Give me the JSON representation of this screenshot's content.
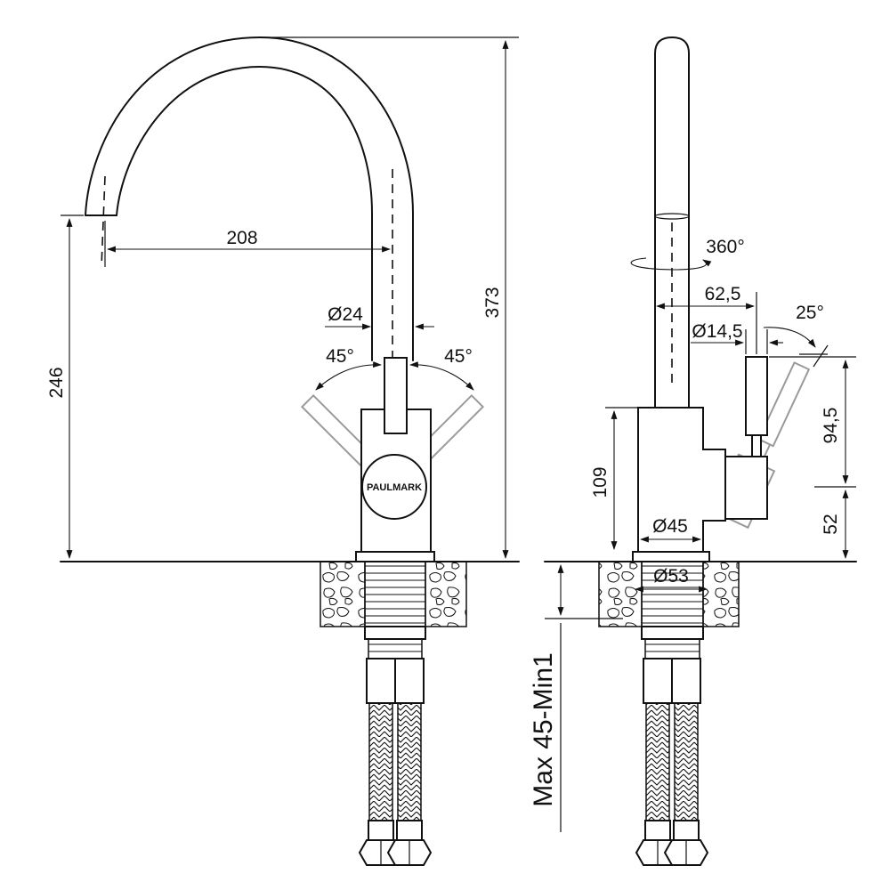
{
  "brand": "PAULMARK",
  "dimensions": {
    "spout_reach": "208",
    "total_height": "373",
    "spout_height": "246",
    "pipe_diameter": "Ø24",
    "angle_left": "45°",
    "angle_right": "45°",
    "rotation": "360°",
    "handle_offset": "62,5",
    "handle_diameter": "Ø14,5",
    "handle_tilt": "25°",
    "handle_length": "94,5",
    "body_height": "109",
    "body_diameter": "Ø45",
    "base_diameter": "Ø53",
    "handle_base_height": "52",
    "countertop_thickness": "Max 45-Min1"
  },
  "colors": {
    "line": "#111111",
    "ghost_handle": "#9a9a9a",
    "background": "#ffffff"
  }
}
